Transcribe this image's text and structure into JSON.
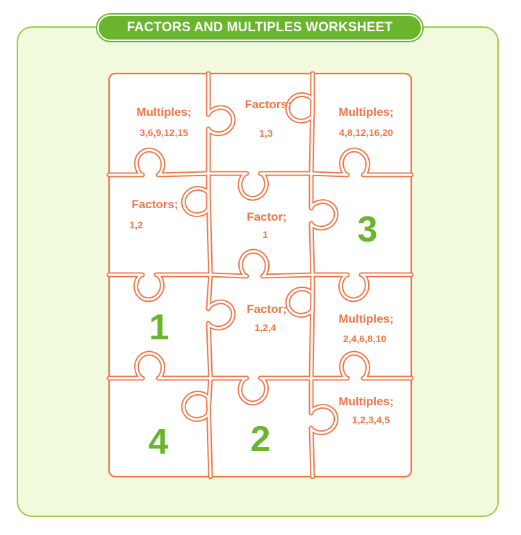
{
  "title": "FACTORS AND MULTIPLES WORKSHEET",
  "colors": {
    "accent_green": "#6ab42e",
    "frame_border": "#9ccc45",
    "frame_fill": "#f1fadd",
    "puzzle_orange": "#ee7547",
    "number_green": "#6ab42e"
  },
  "pieces": [
    {
      "id": "r1c1",
      "heading": "Multiples;",
      "values": "3,6,9,12,15"
    },
    {
      "id": "r1c2",
      "heading": "Factors;",
      "values": "1,3"
    },
    {
      "id": "r1c3",
      "heading": "Multiples;",
      "values": "4,8,12,16,20"
    },
    {
      "id": "r2c1",
      "heading": "Factors;",
      "values": "1,2"
    },
    {
      "id": "r2c2",
      "heading": "Factor;",
      "values": "1"
    },
    {
      "id": "r2c3",
      "number": "3"
    },
    {
      "id": "r3c1",
      "number": "1"
    },
    {
      "id": "r3c2",
      "heading": "Factor;",
      "values": "1,2,4"
    },
    {
      "id": "r3c3",
      "heading": "Multiples;",
      "values": "2,4,6,8,10"
    },
    {
      "id": "r4c1",
      "number": "4"
    },
    {
      "id": "r4c2",
      "number": "2"
    },
    {
      "id": "r4c3",
      "heading": "Multiples;",
      "values": "1,2,3,4,5"
    }
  ]
}
